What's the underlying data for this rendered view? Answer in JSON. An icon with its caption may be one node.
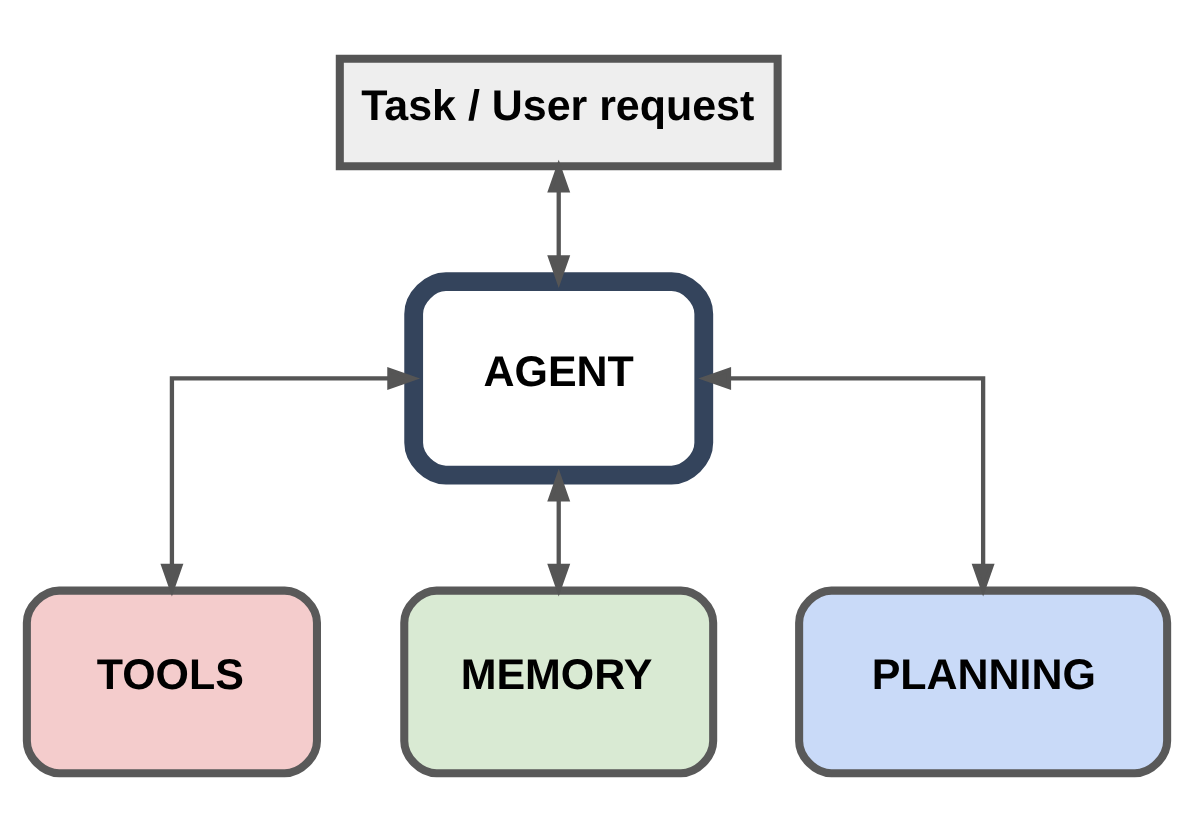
{
  "diagram": {
    "nodes": [
      {
        "text": [
          "Task / User request"
        ]
      },
      {
        "text": [
          "AGENT"
        ]
      },
      {
        "text": [
          "TOOLS"
        ]
      },
      {
        "text": [
          "MEMORY"
        ]
      },
      {
        "text": [
          "PLANNING"
        ]
      }
    ],
    "edges": [
      {
        "from": 0,
        "to": 1,
        "arrow": "both"
      },
      {
        "from": 1,
        "to": 2,
        "arrow": "both"
      },
      {
        "from": 1,
        "to": 3,
        "arrow": "both"
      },
      {
        "from": 1,
        "to": 4,
        "arrow": "both"
      }
    ]
  }
}
